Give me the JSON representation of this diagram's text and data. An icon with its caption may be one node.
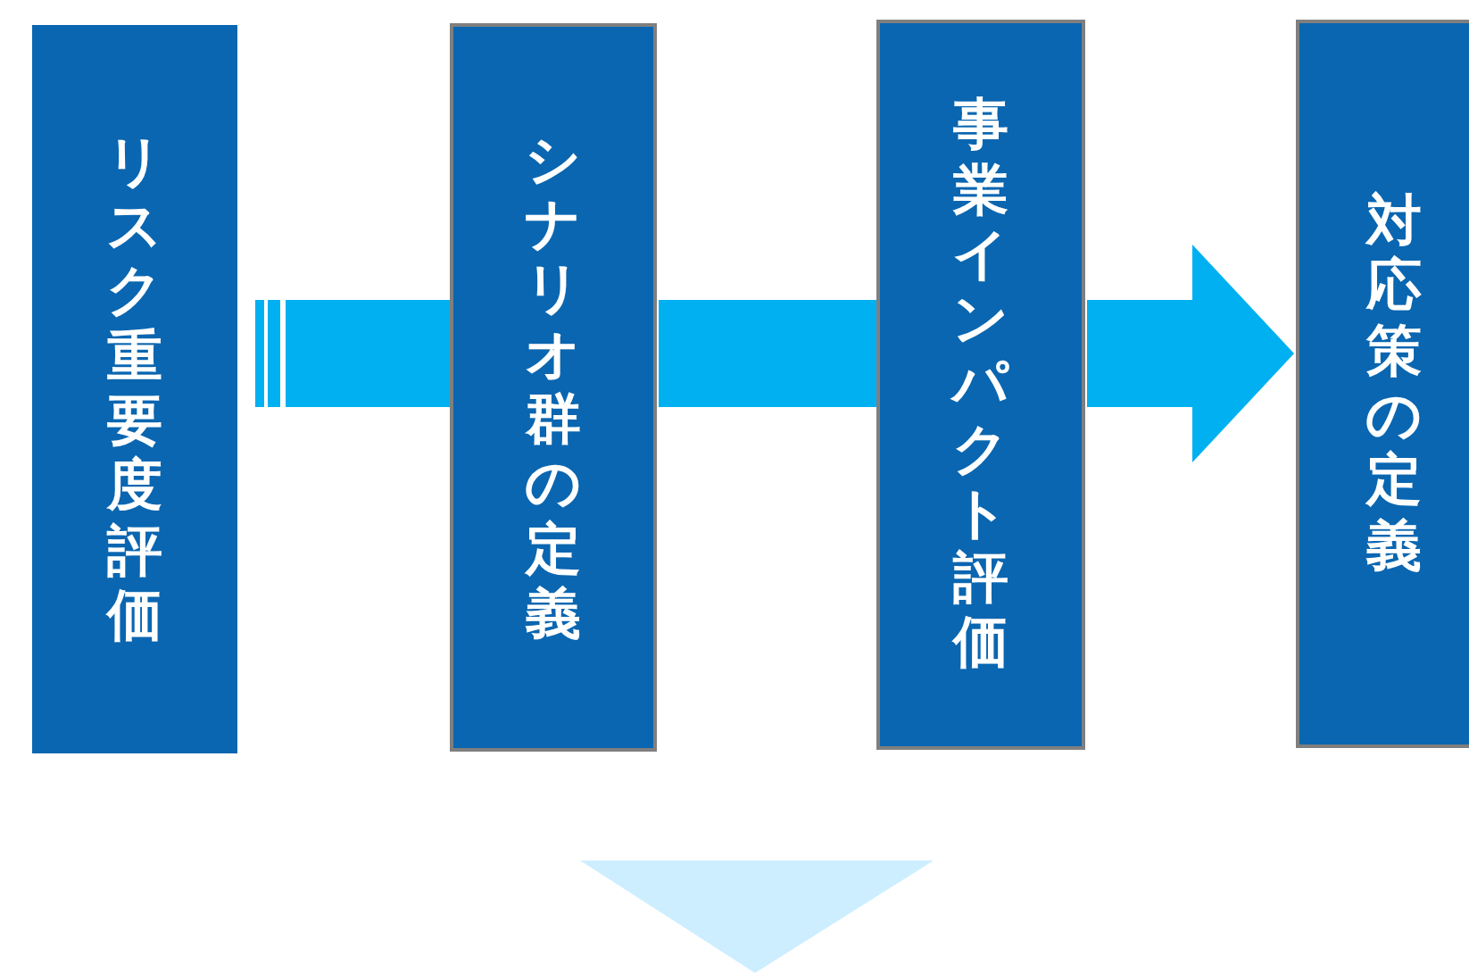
{
  "diagram": {
    "nodes": [
      {
        "text": [
          "リスク重要度評価"
        ]
      },
      {
        "text": [
          "シナリオ群の定義"
        ]
      },
      {
        "text": [
          "事業インパクト評価"
        ]
      },
      {
        "text": [
          "対応策の定義"
        ]
      }
    ],
    "edges": [
      {
        "from": 0,
        "to": 1,
        "arrow": "none"
      },
      {
        "from": 1,
        "to": 2,
        "arrow": "none"
      },
      {
        "from": 2,
        "to": 3,
        "arrow": "to"
      }
    ]
  }
}
